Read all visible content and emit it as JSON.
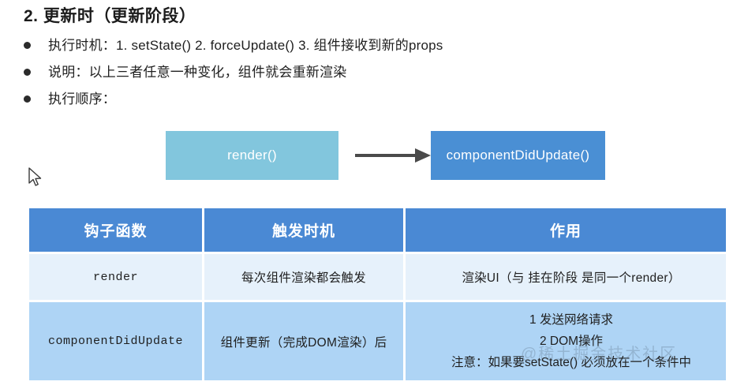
{
  "heading": "2. 更新时（更新阶段）",
  "bullets": [
    {
      "text": "执行时机：1. setState()  2. forceUpdate()  3. 组件接收到新的props"
    },
    {
      "text": "说明：以上三者任意一种变化，组件就会重新渲染"
    },
    {
      "text": "执行顺序："
    }
  ],
  "diagram": {
    "box_render": "render()",
    "box_did_update": "componentDidUpdate()",
    "arrow": "right-arrow",
    "colors": {
      "render_box": "#82c6dd",
      "did_update_box": "#4a8fd4",
      "arrow": "#4a4a4a"
    }
  },
  "cursor": {
    "icon": "mouse-pointer"
  },
  "table": {
    "headers": [
      "钩子函数",
      "触发时机",
      "作用"
    ],
    "rows": [
      {
        "hook": "render",
        "when": "每次组件渲染都会触发",
        "what": [
          "渲染UI（与 挂在阶段 是同一个render）"
        ]
      },
      {
        "hook": "componentDidUpdate",
        "when": "组件更新（完成DOM渲染）后",
        "what": [
          "1 发送网络请求",
          "2 DOM操作",
          "注意：如果要setState() 必须放在一个条件中"
        ]
      }
    ],
    "colors": {
      "header_bg": "#4a89d4",
      "header_text": "#ffffff",
      "row_odd_bg": "#e6f1fb",
      "row_even_bg": "#aed4f5"
    }
  },
  "watermark": {
    "text": "@稀土掘金技术社区"
  }
}
